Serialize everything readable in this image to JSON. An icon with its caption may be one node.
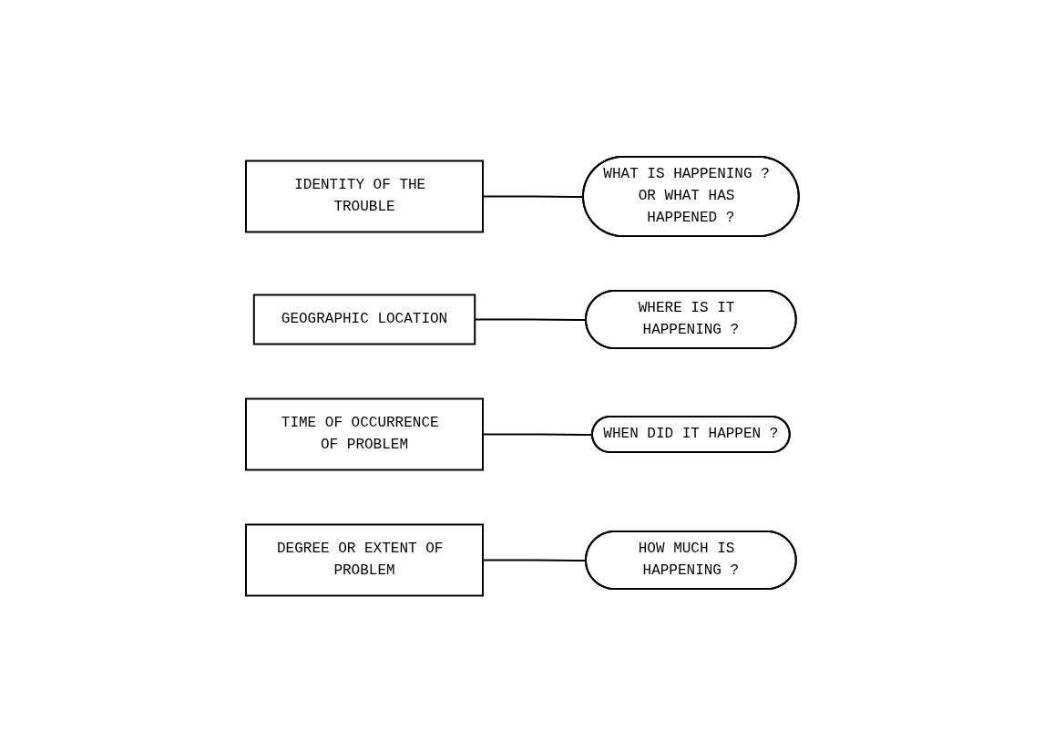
{
  "diagram": {
    "nodes": [
      {
        "text": [
          "IDENTITY OF THE TROUBLE"
        ]
      },
      {
        "text": [
          "WHAT IS HAPPENING ? OR WHAT HAS HAPPENED ?"
        ]
      },
      {
        "text": [
          "GEOGRAPHIC LOCATION"
        ]
      },
      {
        "text": [
          "WHERE IS IT HAPPENING ?"
        ]
      },
      {
        "text": [
          "TIME OF OCCURRENCE OF PROBLEM"
        ]
      },
      {
        "text": [
          "WHEN DID IT HAPPEN ?"
        ]
      },
      {
        "text": [
          "DEGREE OR EXTENT OF PROBLEM"
        ]
      },
      {
        "text": [
          "HOW MUCH IS HAPPENING ?"
        ]
      }
    ],
    "edges": [
      {
        "from": 0,
        "to": 1,
        "arrow": "none"
      },
      {
        "from": 2,
        "to": 3,
        "arrow": "none"
      },
      {
        "from": 4,
        "to": 5,
        "arrow": "none"
      },
      {
        "from": 6,
        "to": 7,
        "arrow": "none"
      }
    ]
  }
}
